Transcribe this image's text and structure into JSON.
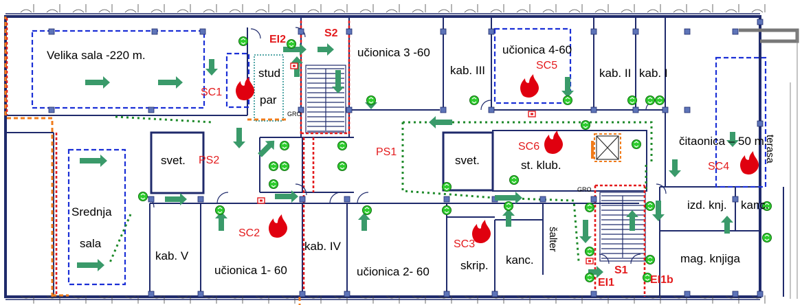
{
  "rooms": {
    "velika_sala": "Velika sala -220 m.",
    "srednja": "Srednja",
    "sala": "sala",
    "ucionica3": "učionica 3 -60",
    "ucionica4": "učionica  4-60",
    "kab3": "kab. III",
    "kab2": "kab. II",
    "kab1": "kab. I",
    "citaonica": "čitaonica – 50 m.",
    "terasa": "terasa",
    "stud": "stud",
    "par": "par",
    "svet1": "svet.",
    "svet2": "svet.",
    "st_klub": "st. klub.",
    "izd_knj": "izd. knj.",
    "kanc1": "kanc.",
    "kab5": "kab. V",
    "ucionica1": "učionica 1- 60",
    "kab4": "kab. IV",
    "ucionica2": "učionica 2- 60",
    "skrip": "skrip.",
    "kanc2": "kanc.",
    "salter": "šalter",
    "mag_knjiga": "mag. knjiga"
  },
  "markers": {
    "sc1": "SC1",
    "sc2": "SC2",
    "sc3": "SC3",
    "sc4": "SC4",
    "sc5": "SC5",
    "sc6": "SC6",
    "ps1": "PS1",
    "ps2": "PS2",
    "s1": "S1",
    "s2": "S2",
    "ei1": "EI1",
    "ei1b": "EI1b",
    "ei2": "EI2",
    "gro1": "GRO",
    "gro2": "GRO"
  },
  "colors": {
    "wall": "#1f2a6b",
    "blue_zone": "#1a2fd6",
    "green_route": "#1e8a2a",
    "arrow": "#3a9a6a",
    "red_line": "#e31a1c",
    "orange_line": "#f07b1a",
    "fire": "#e0000f",
    "exit_sign": "#2ecc2e"
  }
}
